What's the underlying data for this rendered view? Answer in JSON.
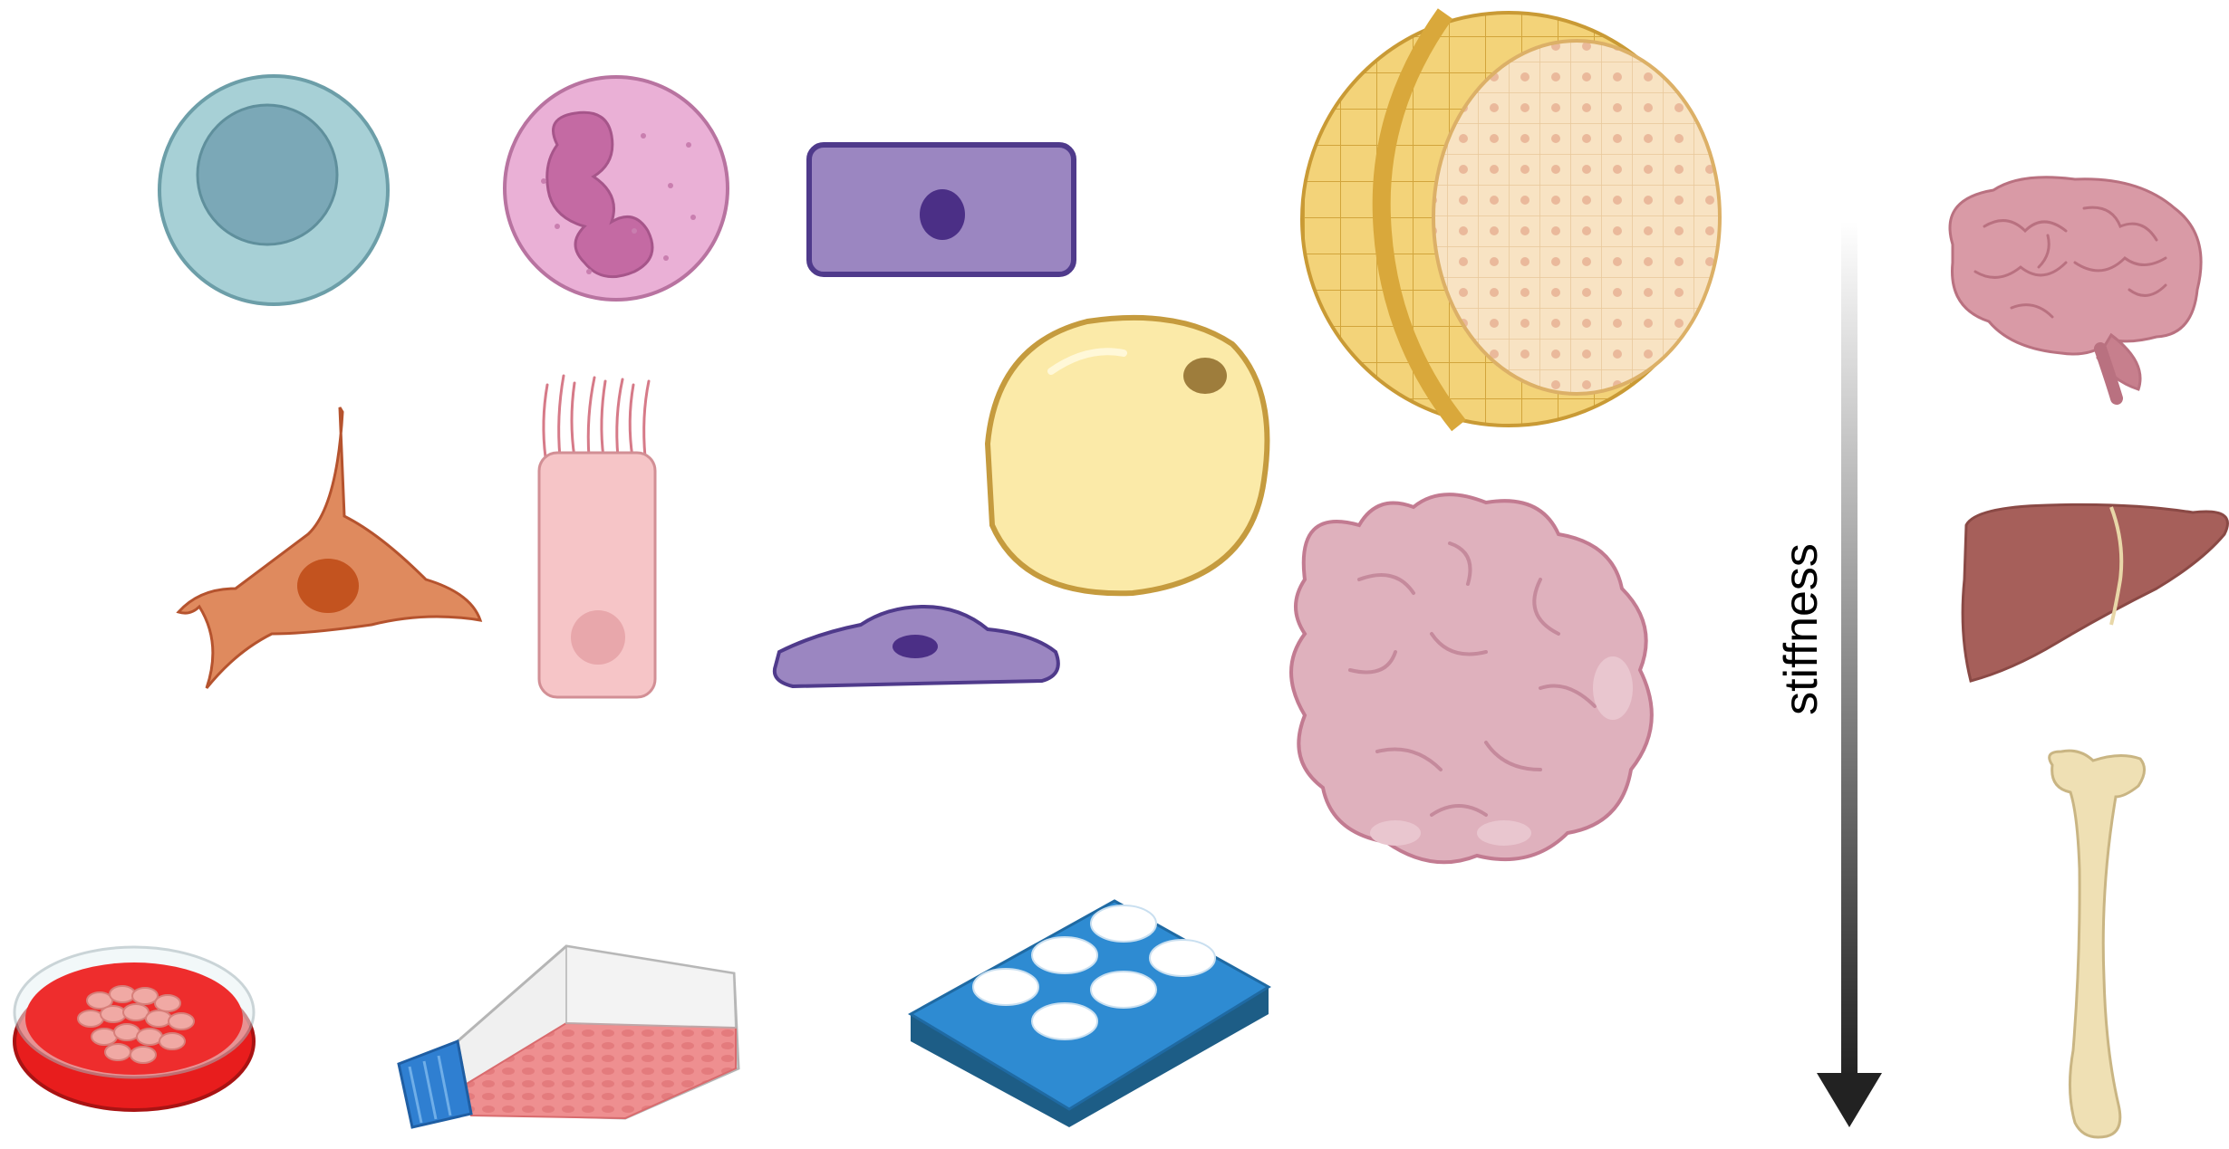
{
  "axis": {
    "label": "stiffness",
    "direction": "down",
    "gradient": [
      "#ffffff",
      "#222222"
    ]
  },
  "organs_ordered_by_stiffness": [
    {
      "name": "brain-icon",
      "rank": 1
    },
    {
      "name": "liver-icon",
      "rank": 2
    },
    {
      "name": "bone-icon",
      "rank": 3
    }
  ],
  "illustrations": {
    "cells": [
      "lymphocyte-icon",
      "neutrophil-icon",
      "epithelial-cell-icon",
      "fibroblast-icon",
      "ciliated-cell-icon",
      "adipocyte-icon",
      "endothelial-cell-icon"
    ],
    "3d_models": [
      "spheroid-cross-section-icon",
      "organoid-icon"
    ],
    "culture_ware": [
      "petri-dish-icon",
      "culture-flask-icon",
      "well-plate-icon"
    ]
  },
  "colors": {
    "lymphocyte": "#a7d0d6",
    "neutrophil": "#eab0d6",
    "epithelial": "#9b86c1",
    "fibroblast": "#df8a5e",
    "ciliated": "#f6c5c7",
    "adipocyte": "#fbeaa8",
    "spheroid": "#f1cf6a",
    "organoid": "#dfb1bd",
    "petri": "#e81d1d",
    "flask": "#f1888a",
    "plate": "#2e8bd2",
    "brain": "#d99aa6",
    "liver": "#a65f5a",
    "bone": "#efe0b4"
  }
}
